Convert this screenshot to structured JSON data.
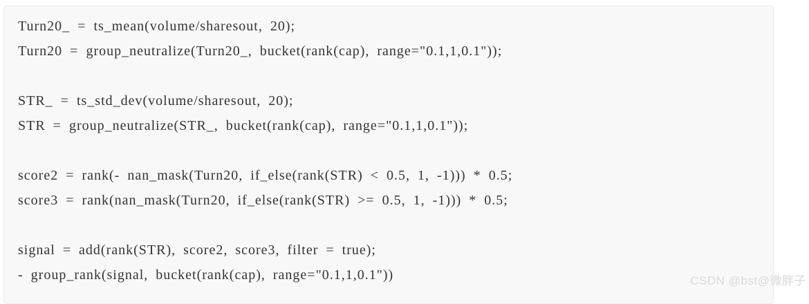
{
  "page": {
    "background": "#ffffff"
  },
  "code_block": {
    "background": "#f8f8f8",
    "border_color": "#e9e9e9",
    "text_color": "#333333",
    "lines": [
      "Turn20_ = ts_mean(volume/sharesout, 20);",
      "Turn20 = group_neutralize(Turn20_, bucket(rank(cap), range=\"0.1,1,0.1\"));",
      "",
      "STR_ = ts_std_dev(volume/sharesout, 20);",
      "STR = group_neutralize(STR_, bucket(rank(cap), range=\"0.1,1,0.1\"));",
      "",
      "score2 = rank(- nan_mask(Turn20, if_else(rank(STR) < 0.5, 1, -1))) * 0.5;",
      "score3 = rank(nan_mask(Turn20, if_else(rank(STR) >= 0.5, 1, -1))) * 0.5;",
      "",
      "signal = add(rank(STR), score2, score3, filter = true);",
      "- group_rank(signal, bucket(rank(cap), range=\"0.1,1,0.1\"))"
    ]
  },
  "watermark": {
    "text": "CSDN @bst@微胖子",
    "color": "#d6d6d6"
  }
}
